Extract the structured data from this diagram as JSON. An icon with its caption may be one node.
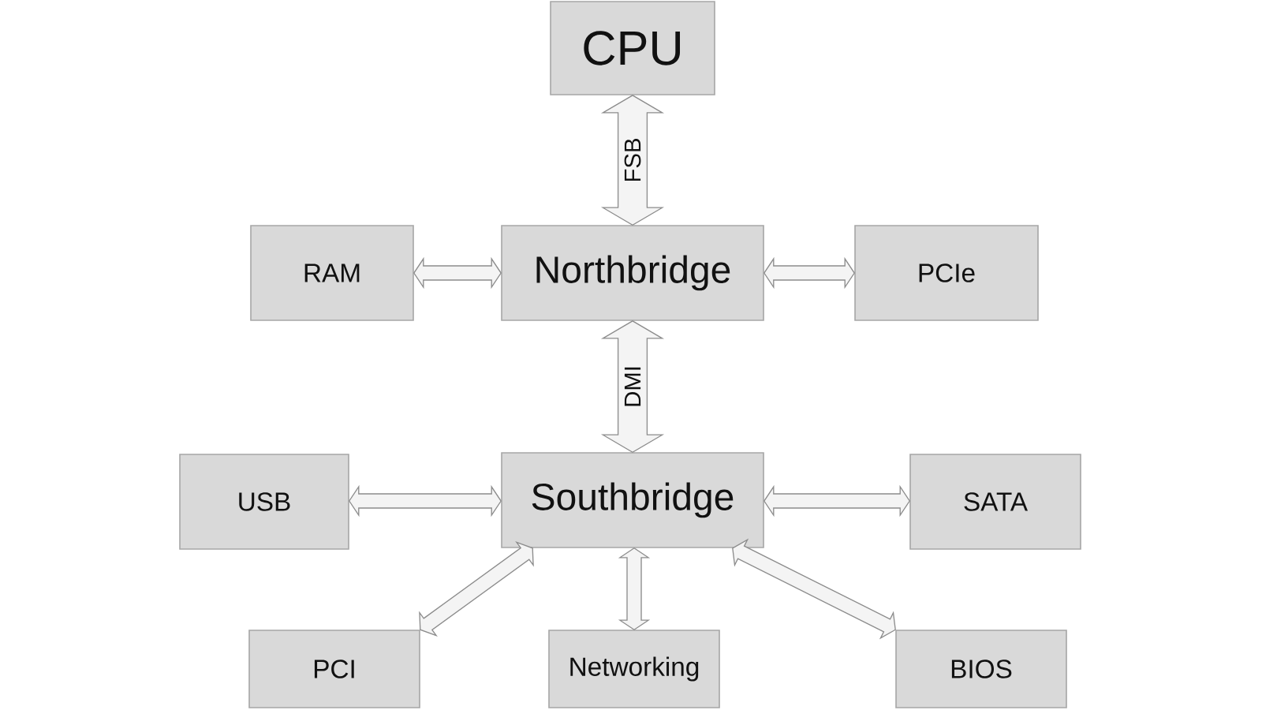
{
  "diagram": {
    "nodes": [
      {
        "text": [
          "CPU"
        ]
      },
      {
        "text": [
          "RAM"
        ]
      },
      {
        "text": [
          "Northbridge"
        ]
      },
      {
        "text": [
          "PCIe"
        ]
      },
      {
        "text": [
          "USB"
        ]
      },
      {
        "text": [
          "Southbridge"
        ]
      },
      {
        "text": [
          "SATA"
        ]
      },
      {
        "text": [
          "PCI"
        ]
      },
      {
        "text": [
          "Networking"
        ]
      },
      {
        "text": [
          "BIOS"
        ]
      }
    ],
    "edges": [
      {
        "from": 0,
        "to": 2,
        "arrow": "both",
        "label": "FSB",
        "style": "thick"
      },
      {
        "from": 1,
        "to": 2,
        "arrow": "both"
      },
      {
        "from": 2,
        "to": 3,
        "arrow": "both"
      },
      {
        "from": 2,
        "to": 5,
        "arrow": "both",
        "label": "DMI",
        "style": "thick"
      },
      {
        "from": 4,
        "to": 5,
        "arrow": "both"
      },
      {
        "from": 5,
        "to": 6,
        "arrow": "both"
      },
      {
        "from": 7,
        "to": 5,
        "arrow": "both"
      },
      {
        "from": 5,
        "to": 8,
        "arrow": "both"
      },
      {
        "from": 9,
        "to": 5,
        "arrow": "both"
      }
    ]
  }
}
